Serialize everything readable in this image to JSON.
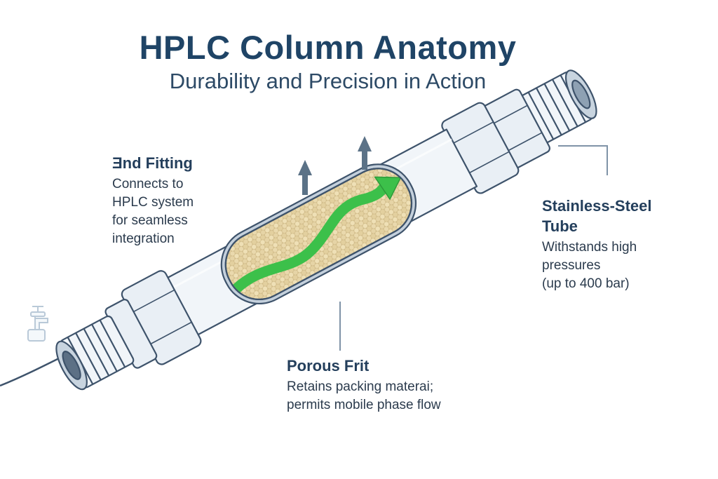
{
  "header": {
    "title": "HPLC Column Anatomy",
    "subtitle": "Durability and Precision in Action"
  },
  "labels": {
    "end_fitting": {
      "title": "Ǝnd Fitting",
      "lines": [
        "Connects to",
        "HPLC system",
        "for seamless",
        "integration"
      ]
    },
    "tube": {
      "title_lines": [
        "Stainless-Steel",
        "Tube"
      ],
      "lines": [
        "Withstands high",
        "pressures",
        "(up to 400 bar)"
      ]
    },
    "frit": {
      "title": "Porous Frit",
      "lines": [
        "Retains packing materai;",
        "permits mobile phase flow"
      ]
    }
  },
  "colors": {
    "steel_light": "#e4ecf4",
    "steel_mid": "#a9b9ca",
    "steel_dark": "#6d8297",
    "outline": "#3e536b",
    "packing": "#d8c69a",
    "flow": "#3cc04a",
    "text": "#243f5c"
  },
  "icons": [
    "faucet-icon",
    "flow-arrow-icon",
    "up-arrow-icon"
  ]
}
